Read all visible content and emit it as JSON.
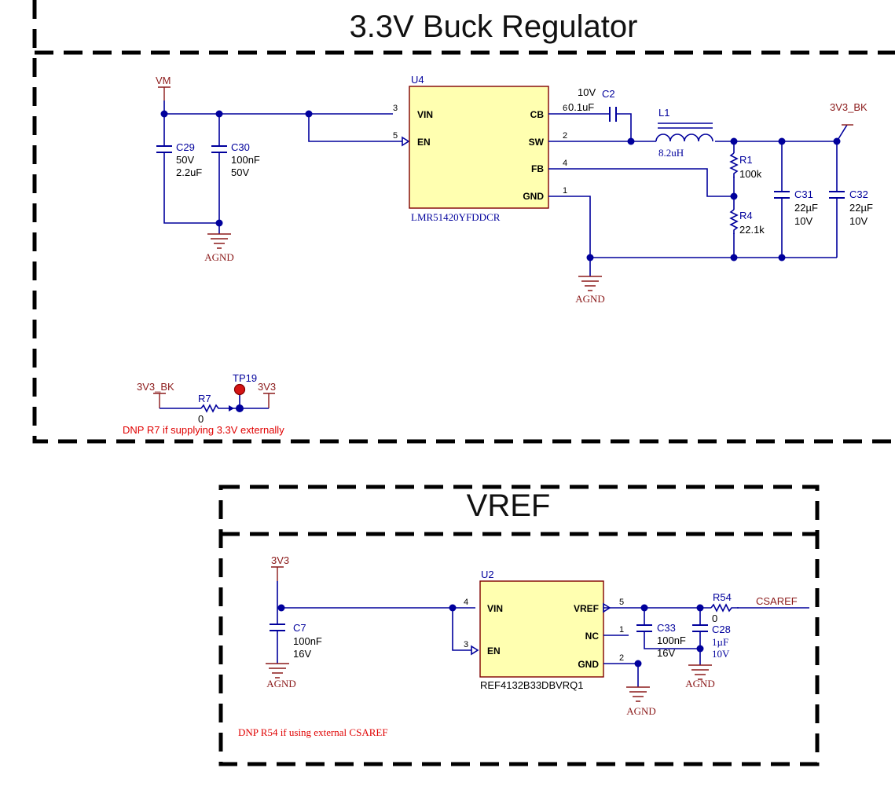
{
  "buck": {
    "title": "3.3V Buck Regulator",
    "ic": {
      "ref": "U4",
      "part": "LMR51420YFDDCR",
      "pins": {
        "vin": "VIN",
        "en": "EN",
        "cb": "CB",
        "sw": "SW",
        "fb": "FB",
        "gnd": "GND"
      },
      "pin_numbers": {
        "vin": "3",
        "en": "5",
        "cb": "6",
        "sw": "2",
        "fb": "4",
        "gnd": "1"
      }
    },
    "vm": "VM",
    "c29": {
      "ref": "C29",
      "v1": "50V",
      "v2": "2.2uF"
    },
    "c30": {
      "ref": "C30",
      "v1": "100nF",
      "v2": "50V"
    },
    "c2": {
      "ref": "C2",
      "voltage": "10V",
      "value": "0.1uF"
    },
    "l1": {
      "ref": "L1",
      "value": "8.2uH"
    },
    "r1": {
      "ref": "R1",
      "value": "100k"
    },
    "r4": {
      "ref": "R4",
      "value": "22.1k"
    },
    "c31": {
      "ref": "C31",
      "v1": "22µF",
      "v2": "10V"
    },
    "c32": {
      "ref": "C32",
      "v1": "22µF",
      "v2": "10V"
    },
    "out_net": "3V3_BK",
    "gnd1": "AGND",
    "gnd2": "AGND",
    "r7": {
      "ref": "R7",
      "value": "0"
    },
    "tp19": "TP19",
    "net_left": "3V3_BK",
    "net_right": "3V3",
    "note": "DNP R7 if supplying 3.3V externally"
  },
  "vref": {
    "title": "VREF",
    "ic": {
      "ref": "U2",
      "part": "REF4132B33DBVRQ1",
      "pins": {
        "vin": "VIN",
        "en": "EN",
        "vref": "VREF",
        "nc": "NC",
        "gnd": "GND"
      },
      "pin_numbers": {
        "vin": "4",
        "en": "3",
        "vref": "5",
        "nc": "1",
        "gnd": "2"
      }
    },
    "in_net": "3V3",
    "c7": {
      "ref": "C7",
      "v1": "100nF",
      "v2": "16V"
    },
    "c33": {
      "ref": "C33",
      "v1": "100nF",
      "v2": "16V"
    },
    "c28": {
      "ref": "C28",
      "v1": "1µF",
      "v2": "10V"
    },
    "r54": {
      "ref": "R54",
      "value": "0"
    },
    "out_net": "CSAREF",
    "gnd1": "AGND",
    "gnd2": "AGND",
    "gnd3": "AGND",
    "note": "DNP R54 if using external CSAREF"
  }
}
